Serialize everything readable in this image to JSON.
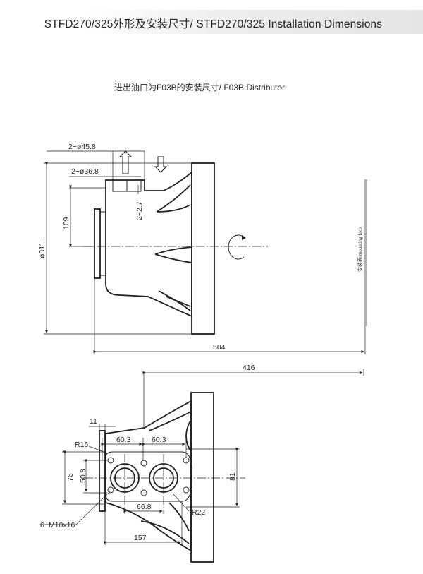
{
  "header": {
    "title": "STFD270/325外形及安装尺寸/ STFD270/325 Installation Dimensions"
  },
  "subtitle": "进出油口为F03B的安装尺寸/ F03B Distributor",
  "side_view": {
    "dims": {
      "port_outer": "2−ø45.8",
      "port_inner": "2−ø36.8",
      "slot_depth": "2−2.7",
      "port_height": "109",
      "flange_diameter": "ø311",
      "overall_length": "504"
    },
    "mounting_face": "安装面/mounting face"
  },
  "front_view": {
    "dims": {
      "length_416": "416",
      "offset_11": "11",
      "radius_16": "R16",
      "pitch_left": "60.3",
      "pitch_right": "60.3",
      "height_76": "76",
      "height_50_8": "50.8",
      "height_81": "81",
      "spacing_66_8": "66.8",
      "radius_22": "R22",
      "length_157": "157",
      "threads": "6−M10x16"
    }
  }
}
